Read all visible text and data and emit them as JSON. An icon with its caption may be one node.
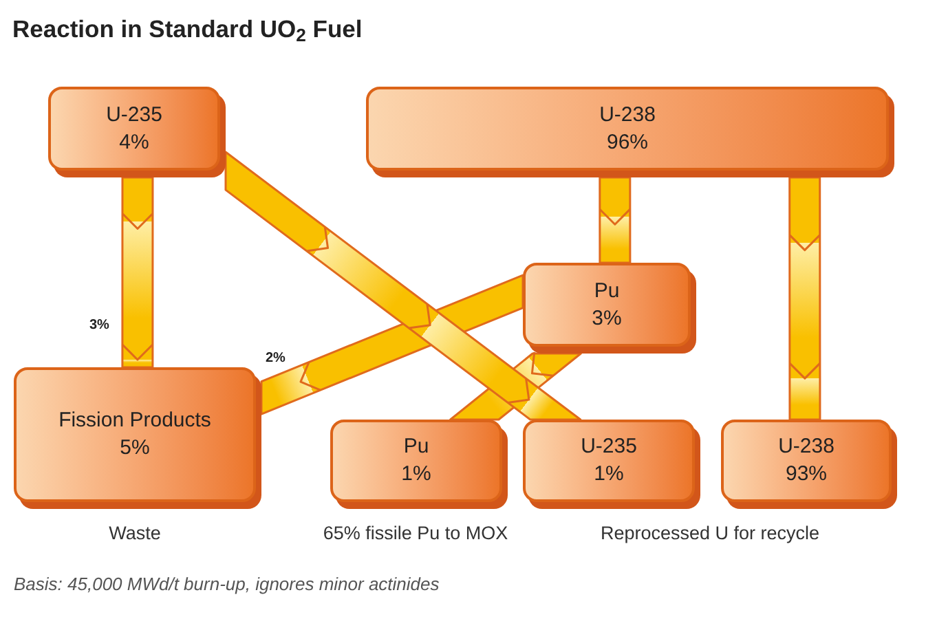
{
  "diagram": {
    "title": "Reaction in Standard UO$_{2}$ Fuel",
    "caption": "Basis: 45,000 MWd/t burn-up, ignores minor actinides",
    "nodes": [
      {
        "text": [
          "U-235",
          "4%"
        ]
      },
      {
        "text": [
          "U-238",
          "96%"
        ]
      },
      {
        "text": [
          "Pu",
          "3%"
        ]
      },
      {
        "text": [
          "Fission Products",
          "5%"
        ],
        "beside": [
          "Waste"
        ]
      },
      {
        "text": [
          "Pu",
          "1%"
        ],
        "beside": [
          "65% fissile Pu to MOX"
        ]
      },
      {
        "text": [
          "U-235",
          "1%"
        ]
      },
      {
        "text": [
          "U-238",
          "93%"
        ]
      }
    ],
    "edges": [
      {
        "from": 0,
        "to": 3,
        "arrow": "to",
        "label": "3%"
      },
      {
        "from": 0,
        "to": 5,
        "arrow": "to"
      },
      {
        "from": 1,
        "to": 2,
        "arrow": "to"
      },
      {
        "from": 1,
        "to": 6,
        "arrow": "to"
      },
      {
        "from": 2,
        "to": 3,
        "arrow": "to",
        "label": "2%"
      },
      {
        "from": 2,
        "to": 4,
        "arrow": "to"
      }
    ],
    "labels": [
      "Reprocessed U for recycle"
    ]
  }
}
